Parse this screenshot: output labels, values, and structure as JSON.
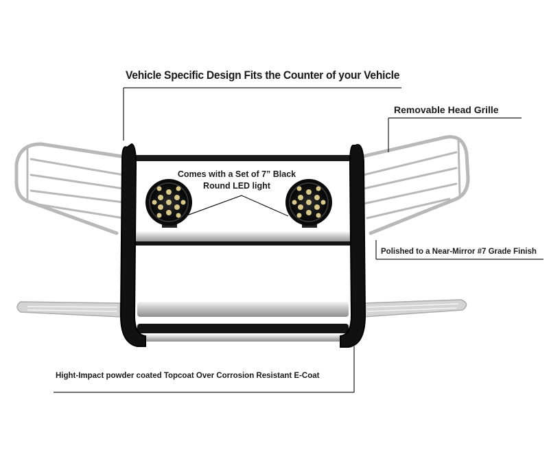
{
  "callouts": {
    "design": "Vehicle Specific Design Fits the Counter of your Vehicle",
    "grille": "Removable Head Grille",
    "lights": "Comes with a Set of 7” Black Round LED light",
    "finish": "Polished to a Near-Mirror #7 Grade Finish",
    "coating": "Hight-Impact powder coated Topcoat Over Corrosion Resistant E-Coat"
  },
  "colors": {
    "background": "#ffffff",
    "frame": "#111111",
    "chrome": "#c9c9c9",
    "chrome_highlight": "#f2f2f2",
    "led": "#d8c88a"
  },
  "icons": [
    "grille-guard-illustration",
    "led-light-icon"
  ]
}
